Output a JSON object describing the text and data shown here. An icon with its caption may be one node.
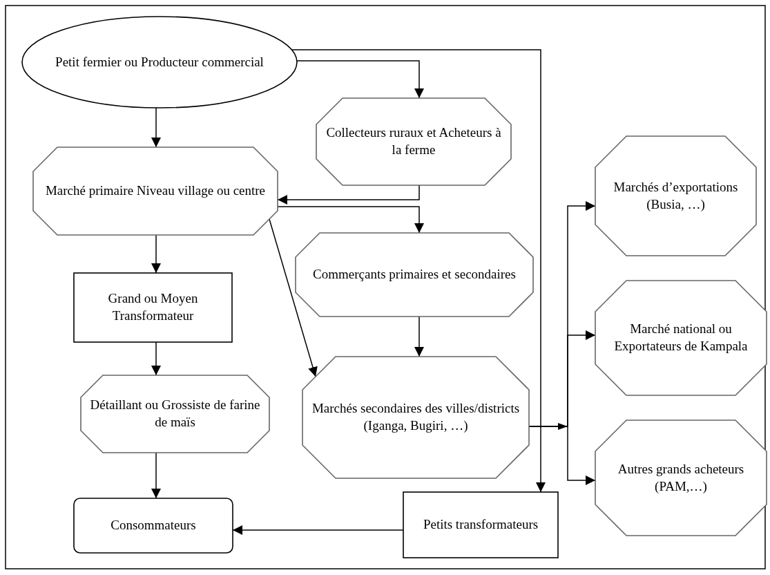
{
  "diagram": {
    "nodes": [
      {
        "text": [
          "Petit fermier ou Producteur commercial"
        ]
      },
      {
        "text": [
          "Collecteurs ruraux et Acheteurs à la ferme"
        ]
      },
      {
        "text": [
          "Marché primaire Niveau village ou centre"
        ]
      },
      {
        "text": [
          "Commerçants primaires et secondaires"
        ]
      },
      {
        "text": [
          "Grand ou Moyen Transformateur"
        ]
      },
      {
        "text": [
          "Marchés secondaires des villes/districts (Iganga, Bugiri, …)"
        ]
      },
      {
        "text": [
          "Détaillant ou Grossiste de farine de maïs"
        ]
      },
      {
        "text": [
          "Marchés d’exportations (Busia, …)"
        ]
      },
      {
        "text": [
          "Marché national ou Exportateurs de Kampala"
        ]
      },
      {
        "text": [
          "Autres grands acheteurs (PAM,…)"
        ]
      },
      {
        "text": [
          "Consommateurs"
        ]
      },
      {
        "text": [
          "Petits transformateurs"
        ]
      }
    ],
    "edges": [
      {
        "from": 0,
        "to": 2,
        "arrow": "to"
      },
      {
        "from": 0,
        "to": 1,
        "arrow": "to"
      },
      {
        "from": 0,
        "to": 11,
        "arrow": "to"
      },
      {
        "from": 1,
        "to": 2,
        "arrow": "to"
      },
      {
        "from": 2,
        "to": 3,
        "arrow": "to"
      },
      {
        "from": 2,
        "to": 5,
        "arrow": "to"
      },
      {
        "from": 2,
        "to": 4,
        "arrow": "to"
      },
      {
        "from": 3,
        "to": 5,
        "arrow": "to"
      },
      {
        "from": 4,
        "to": 6,
        "arrow": "to"
      },
      {
        "from": 6,
        "to": 10,
        "arrow": "to"
      },
      {
        "from": 5,
        "to": 7,
        "arrow": "to"
      },
      {
        "from": 5,
        "to": 8,
        "arrow": "to"
      },
      {
        "from": 5,
        "to": 9,
        "arrow": "to"
      },
      {
        "from": 11,
        "to": 10,
        "arrow": "to"
      }
    ]
  }
}
